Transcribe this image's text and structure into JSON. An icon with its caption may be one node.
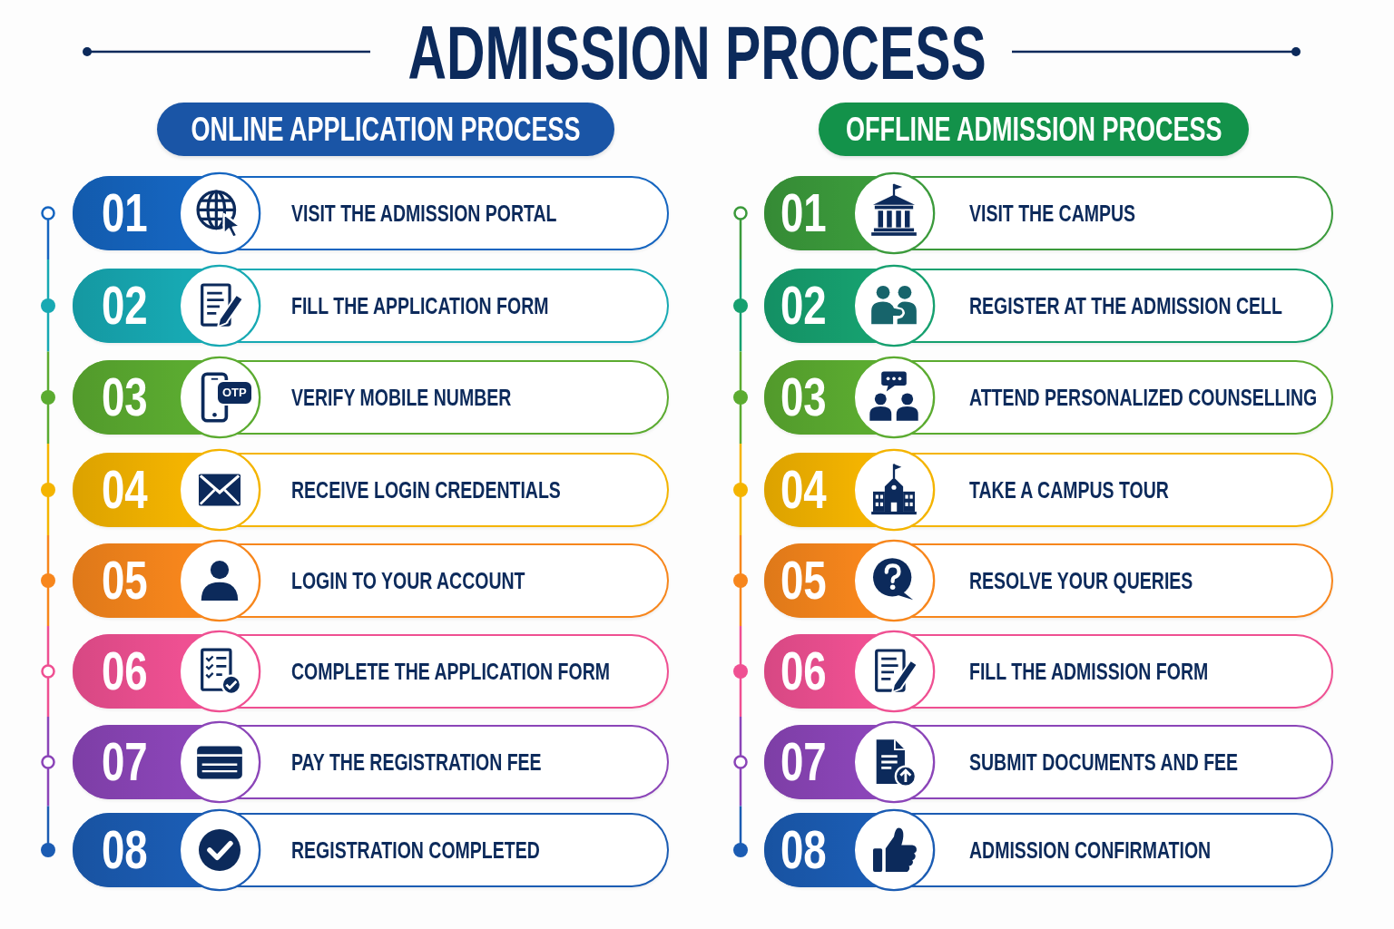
{
  "diagram": {
    "title": "ADMISSION PROCESS",
    "nodes": [
      {
        "text": [
          "ONLINE APPLICATION PROCESS"
        ]
      },
      {
        "text": [
          "01",
          "VISIT THE ADMISSION PORTAL"
        ]
      },
      {
        "text": [
          "02",
          "FILL THE APPLICATION FORM"
        ]
      },
      {
        "text": [
          "03",
          "VERIFY MOBILE NUMBER"
        ]
      },
      {
        "text": [
          "04",
          "RECEIVE LOGIN CREDENTIALS"
        ]
      },
      {
        "text": [
          "05",
          "LOGIN TO YOUR ACCOUNT"
        ]
      },
      {
        "text": [
          "06",
          "COMPLETE THE APPLICATION FORM"
        ]
      },
      {
        "text": [
          "07",
          "PAY THE REGISTRATION FEE"
        ]
      },
      {
        "text": [
          "08",
          "REGISTRATION COMPLETED"
        ]
      },
      {
        "text": [
          "OFFLINE ADMISSION PROCESS"
        ]
      },
      {
        "text": [
          "01",
          "VISIT THE CAMPUS"
        ]
      },
      {
        "text": [
          "02",
          "REGISTER AT THE ADMISSION CELL"
        ]
      },
      {
        "text": [
          "03",
          "ATTEND PERSONALIZED COUNSELLING"
        ]
      },
      {
        "text": [
          "04",
          "TAKE A CAMPUS TOUR"
        ]
      },
      {
        "text": [
          "05",
          "RESOLVE YOUR QUERIES"
        ]
      },
      {
        "text": [
          "06",
          "FILL THE ADMISSION FORM"
        ]
      },
      {
        "text": [
          "07",
          "SUBMIT DOCUMENTS AND FEE"
        ]
      },
      {
        "text": [
          "08",
          "ADMISSION CONFIRMATION"
        ]
      }
    ],
    "labels": [
      "OTP"
    ]
  }
}
